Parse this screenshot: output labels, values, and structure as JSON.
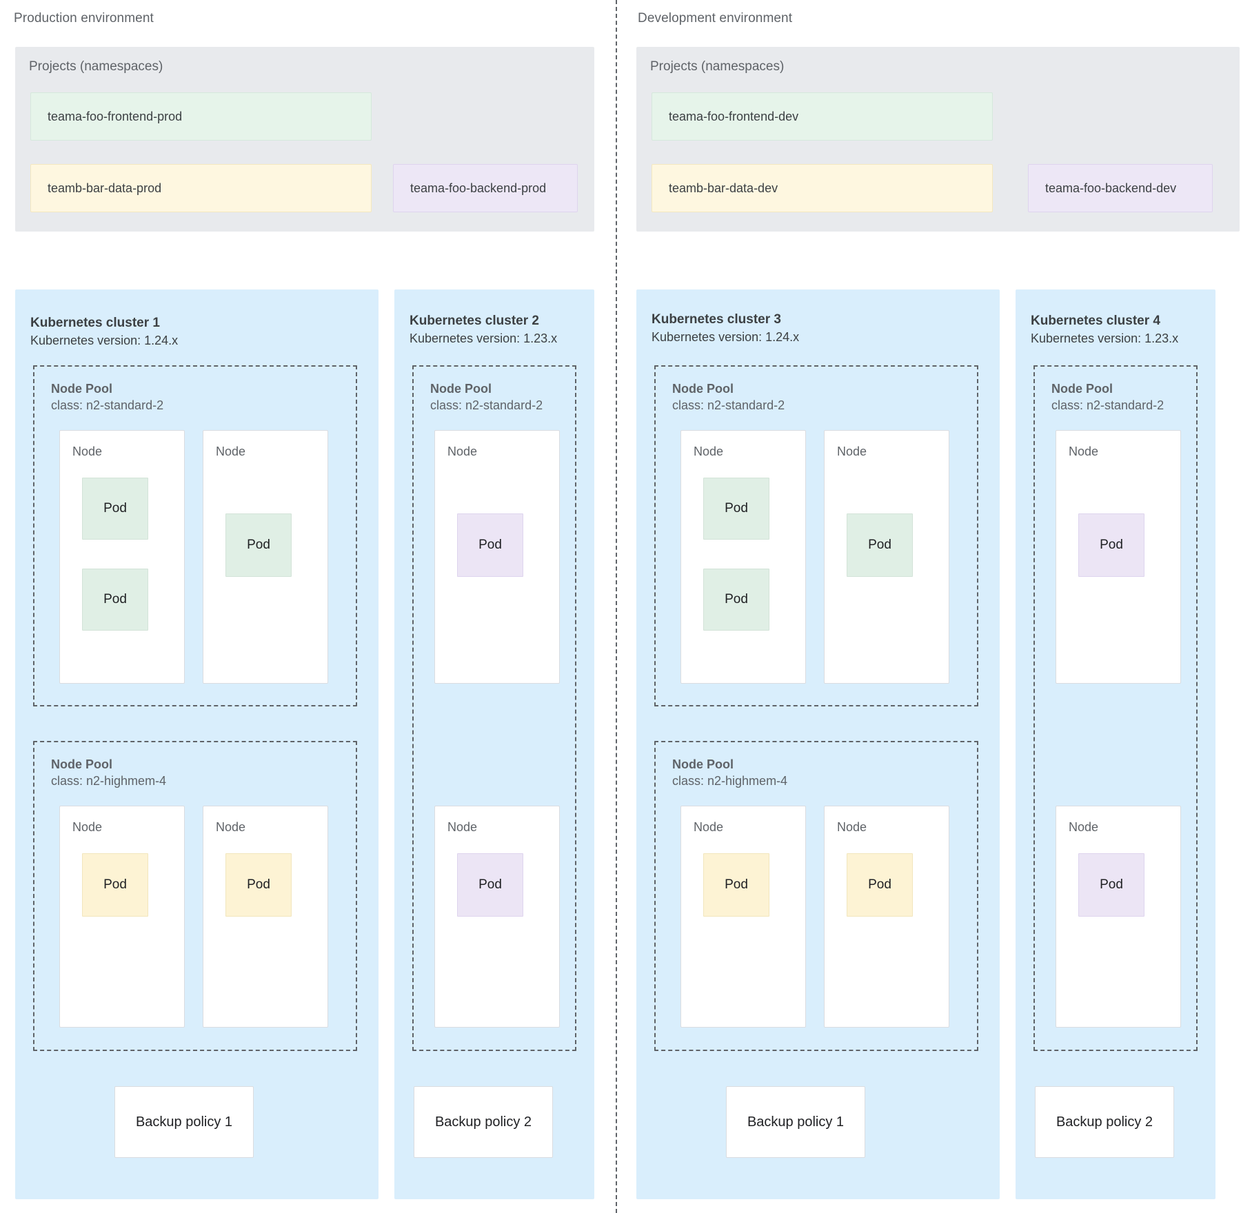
{
  "environments": [
    {
      "title": "Production environment",
      "projects": {
        "title": "Projects (namespaces)",
        "namespaces": [
          {
            "label": "teama-foo-frontend-prod",
            "color": "green"
          },
          {
            "label": "teamb-bar-data-prod",
            "color": "yellow"
          },
          {
            "label": "teama-foo-backend-prod",
            "color": "purple"
          }
        ]
      },
      "clusters": [
        {
          "name": "Kubernetes cluster 1",
          "version": "Kubernetes version: 1.24.x",
          "node_pools": [
            {
              "name": "Node Pool",
              "class": "class: n2-standard-2",
              "nodes": [
                {
                  "label": "Node",
                  "pods": [
                    {
                      "label": "Pod",
                      "color": "green"
                    },
                    {
                      "label": "Pod",
                      "color": "green"
                    }
                  ]
                },
                {
                  "label": "Node",
                  "pods": [
                    {
                      "label": "Pod",
                      "color": "green"
                    }
                  ]
                }
              ]
            },
            {
              "name": "Node Pool",
              "class": "class: n2-highmem-4",
              "nodes": [
                {
                  "label": "Node",
                  "pods": [
                    {
                      "label": "Pod",
                      "color": "yellow"
                    }
                  ]
                },
                {
                  "label": "Node",
                  "pods": [
                    {
                      "label": "Pod",
                      "color": "yellow"
                    }
                  ]
                }
              ]
            }
          ],
          "backup_policy": "Backup policy 1"
        },
        {
          "name": "Kubernetes cluster 2",
          "version": "Kubernetes version: 1.23.x",
          "node_pools": [
            {
              "name": "Node Pool",
              "class": "class: n2-standard-2",
              "nodes": [
                {
                  "label": "Node",
                  "pods": [
                    {
                      "label": "Pod",
                      "color": "purple"
                    }
                  ]
                },
                {
                  "label": "Node",
                  "pods": [
                    {
                      "label": "Pod",
                      "color": "purple"
                    }
                  ]
                }
              ]
            }
          ],
          "backup_policy": "Backup policy 2"
        }
      ]
    },
    {
      "title": "Development environment",
      "projects": {
        "title": "Projects (namespaces)",
        "namespaces": [
          {
            "label": "teama-foo-frontend-dev",
            "color": "green"
          },
          {
            "label": "teamb-bar-data-dev",
            "color": "yellow"
          },
          {
            "label": "teama-foo-backend-dev",
            "color": "purple"
          }
        ]
      },
      "clusters": [
        {
          "name": "Kubernetes cluster 3",
          "version": "Kubernetes version: 1.24.x",
          "node_pools": [
            {
              "name": "Node Pool",
              "class": "class: n2-standard-2",
              "nodes": [
                {
                  "label": "Node",
                  "pods": [
                    {
                      "label": "Pod",
                      "color": "green"
                    },
                    {
                      "label": "Pod",
                      "color": "green"
                    }
                  ]
                },
                {
                  "label": "Node",
                  "pods": [
                    {
                      "label": "Pod",
                      "color": "green"
                    }
                  ]
                }
              ]
            },
            {
              "name": "Node Pool",
              "class": "class: n2-highmem-4",
              "nodes": [
                {
                  "label": "Node",
                  "pods": [
                    {
                      "label": "Pod",
                      "color": "yellow"
                    }
                  ]
                },
                {
                  "label": "Node",
                  "pods": [
                    {
                      "label": "Pod",
                      "color": "yellow"
                    }
                  ]
                }
              ]
            }
          ],
          "backup_policy": "Backup policy 1"
        },
        {
          "name": "Kubernetes cluster 4",
          "version": "Kubernetes version: 1.23.x",
          "node_pools": [
            {
              "name": "Node Pool",
              "class": "class: n2-standard-2",
              "nodes": [
                {
                  "label": "Node",
                  "pods": [
                    {
                      "label": "Pod",
                      "color": "purple"
                    }
                  ]
                },
                {
                  "label": "Node",
                  "pods": [
                    {
                      "label": "Pod",
                      "color": "purple"
                    }
                  ]
                }
              ]
            }
          ],
          "backup_policy": "Backup policy 2"
        }
      ]
    }
  ],
  "colors": {
    "cluster_bg": "#d9eefc",
    "projects_bg": "#e8eaed",
    "green": "#e0efe5",
    "yellow": "#fdf3d4",
    "purple": "#ece5f5",
    "border": "#dadce0",
    "dashed": "#5f6368",
    "text": "#3c4043",
    "muted": "#5f6368"
  }
}
